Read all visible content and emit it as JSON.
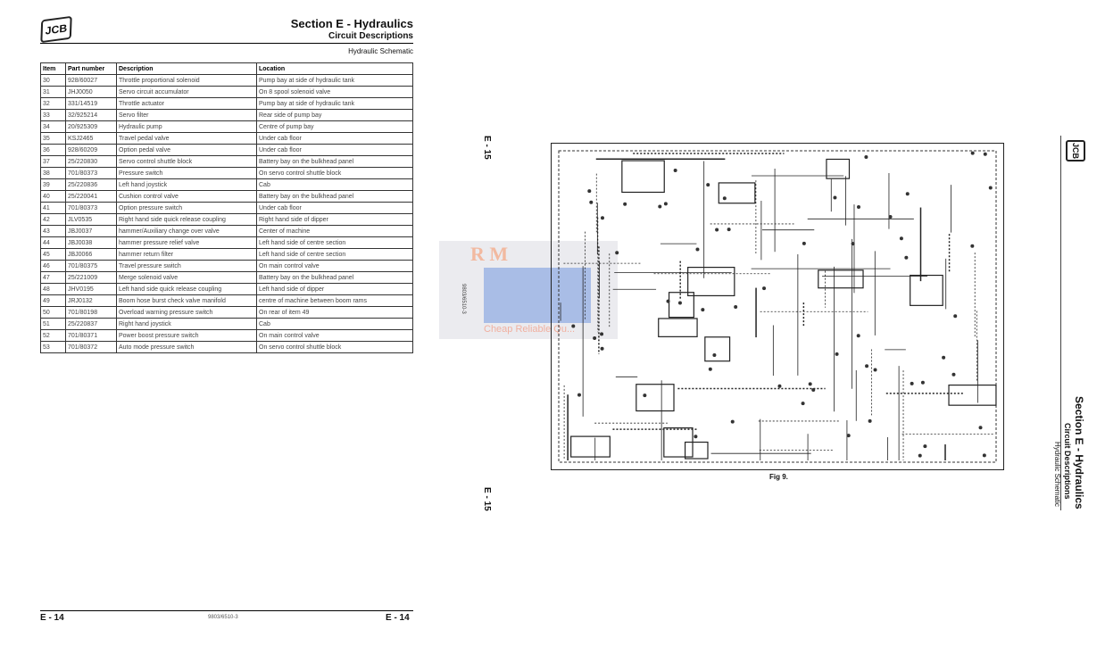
{
  "left_page": {
    "logo": "JCB",
    "section_title": "Section E - Hydraulics",
    "subtitle": "Circuit Descriptions",
    "topic": "Hydraulic Schematic",
    "table": {
      "headers": [
        "Item",
        "Part number",
        "Description",
        "Location"
      ],
      "rows": [
        [
          "30",
          "928/60027",
          "Throttle proportional solenoid",
          "Pump bay at side of hydraulic tank"
        ],
        [
          "31",
          "JHJ0050",
          "Servo circuit accumulator",
          "On 8 spool solenoid valve"
        ],
        [
          "32",
          "331/14519",
          "Throttle actuator",
          "Pump bay at side of hydraulic tank"
        ],
        [
          "33",
          "32/925214",
          "Servo filter",
          "Rear side of pump bay"
        ],
        [
          "34",
          "20/925309",
          "Hydraulic pump",
          "Centre of pump bay"
        ],
        [
          "35",
          "KSJ2465",
          "Travel pedal valve",
          "Under cab floor"
        ],
        [
          "36",
          "928/60209",
          "Option pedal valve",
          "Under cab floor"
        ],
        [
          "37",
          "25/220830",
          "Servo control shuttle block",
          "Battery bay on the bulkhead panel"
        ],
        [
          "38",
          "701/80373",
          "Pressure switch",
          "On servo control shuttle block"
        ],
        [
          "39",
          "25/220836",
          "Left hand joystick",
          "Cab"
        ],
        [
          "40",
          "25/220041",
          "Cushion control valve",
          "Battery bay on the bulkhead panel"
        ],
        [
          "41",
          "701/80373",
          "Option pressure switch",
          "Under cab floor"
        ],
        [
          "42",
          "JLV0535",
          "Right hand side quick release coupling",
          "Right hand side of dipper"
        ],
        [
          "43",
          "JBJ0037",
          "hammer/Auxiliary change over valve",
          "Center of machine"
        ],
        [
          "44",
          "JBJ0038",
          "hammer pressure relief valve",
          "Left hand side of centre section"
        ],
        [
          "45",
          "JBJ0066",
          "hammer return filter",
          "Left hand side of centre section"
        ],
        [
          "46",
          "701/80375",
          "Travel pressure switch",
          "On main control valve"
        ],
        [
          "47",
          "25/221009",
          "Merge solenoid valve",
          "Battery bay on the bulkhead panel"
        ],
        [
          "48",
          "JHV0195",
          "Left hand side quick release coupling",
          "Left hand side of dipper"
        ],
        [
          "49",
          "JRJ0132",
          "Boom hose burst check valve manifold",
          "centre of machine between boom rams"
        ],
        [
          "50",
          "701/80198",
          "Overload warning pressure switch",
          "On rear of item 49"
        ],
        [
          "51",
          "25/220837",
          "Right hand joystick",
          "Cab"
        ],
        [
          "52",
          "701/80371",
          "Power boost pressure switch",
          "On main control valve"
        ],
        [
          "53",
          "701/80372",
          "Auto mode pressure switch",
          "On servo control shuttle block"
        ]
      ]
    },
    "page_left": "E - 14",
    "doc_id": "9803/6510-3",
    "page_right": "E - 14"
  },
  "right_page": {
    "page_top": "E - 15",
    "page_bottom": "E - 15",
    "doc_id": "9803/6510-3",
    "figure_caption": "Fig 9.",
    "logo": "JCB",
    "section_title": "Section E - Hydraulics",
    "subtitle": "Circuit Descriptions",
    "topic": "Hydraulic Schematic"
  },
  "watermark": {
    "letters": "R M",
    "tagline": "Cheap Reliable Qu..."
  }
}
